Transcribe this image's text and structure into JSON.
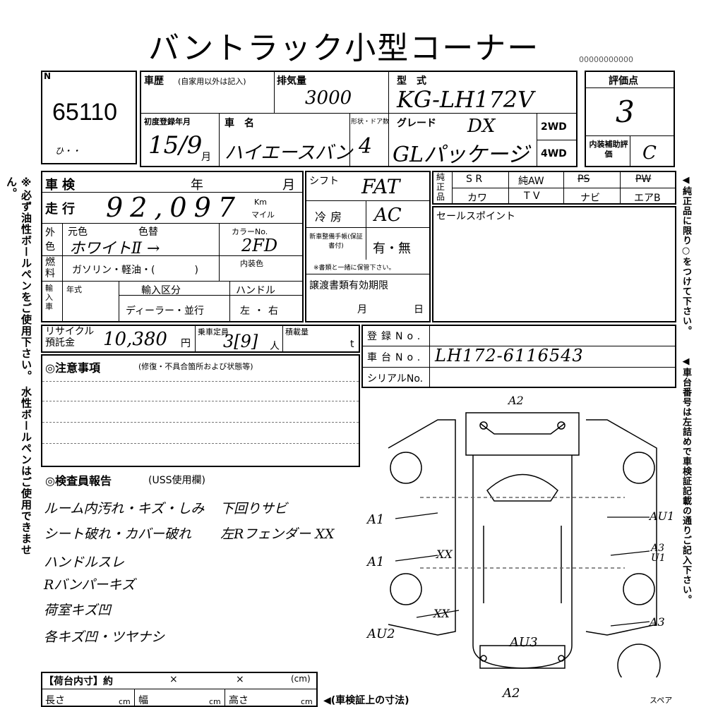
{
  "title": "バントラック小型コーナー",
  "lot_number": "65110",
  "lot_corner_label": "N",
  "lot_subnote": "ひ・・",
  "history": {
    "label": "車歴",
    "note": "(自家用以外は記入)"
  },
  "displacement": {
    "label": "排気量",
    "value": "3000"
  },
  "model_type": {
    "label": "型　式",
    "value": "KG-LH172V"
  },
  "score": {
    "label": "評価点",
    "value": "3"
  },
  "first_reg": {
    "label": "初度登録年月",
    "value": "15/9",
    "unit": "月"
  },
  "car_name": {
    "label": "車　名",
    "value": "ハイエースバン"
  },
  "doors": {
    "label": "形状・ドア数",
    "value": "4"
  },
  "grade": {
    "label": "グレード",
    "value_1": "DX",
    "value_2": "GLパッケージ"
  },
  "drive": {
    "option_1": "2WD",
    "option_2": "4WD"
  },
  "interior_score": {
    "label": "内装補助評価",
    "value": "C"
  },
  "shaken": {
    "label": "車検",
    "year": "年",
    "month": "月"
  },
  "mileage": {
    "label": "走行",
    "value": "92,097",
    "unit_1": "Km",
    "unit_2": "マイル"
  },
  "shift": {
    "label": "シフト",
    "value": "FAT"
  },
  "aircon": {
    "label": "冷房",
    "value": "AC"
  },
  "genuine": {
    "label": "純正品",
    "row1": [
      "S R",
      "純AW",
      "PS",
      "PW"
    ],
    "row2": [
      "カワ",
      "T V",
      "ナビ",
      "エアB"
    ]
  },
  "sales_point": {
    "label": "セールスポイント"
  },
  "color": {
    "label": "外色",
    "orig_label": "元色",
    "change_label": "色替",
    "value": "ホワイトⅡ →",
    "code_label": "カラーNo.",
    "code_value": "2FD"
  },
  "fuel": {
    "label": "燃料",
    "options": "ガソリン・軽油・(　　　　)",
    "interior_label": "内装色"
  },
  "maintenance": {
    "label": "新車整備手帳(保証書付)",
    "value": "有・無",
    "note": "※書類と一緒に保管下さい。"
  },
  "import": {
    "label": "輸入車",
    "year_label": "年式",
    "type_label": "輸入区分",
    "type_value": "ディーラー・並行",
    "handle_label": "ハンドル",
    "handle_value": "左・右"
  },
  "transfer": {
    "label": "譲渡書類有効期限",
    "month": "月",
    "day": "日"
  },
  "recycle": {
    "label": "リサイクル預託金",
    "value": "10,380",
    "unit": "円"
  },
  "capacity": {
    "label": "乗車定員",
    "value": "3[9]",
    "unit": "人"
  },
  "load": {
    "label": "積載量",
    "unit": "t"
  },
  "registration": {
    "label": "登録No."
  },
  "chassis": {
    "label": "車台No.",
    "value": "LH172-6116543"
  },
  "serial": {
    "label": "シリアルNo."
  },
  "caution": {
    "label": "◎注意事項",
    "note": "(修復・不具合箇所および状態等)"
  },
  "inspector": {
    "label": "◎検査員報告",
    "note": "(USS使用欄)",
    "notes_left": [
      "ルーム内汚れ・キズ・しみ",
      "シート破れ・カバー破れ",
      "ハンドルスレ",
      "Rバンパーキズ",
      "荷室キズ凹",
      "各キズ凹・ツヤナシ"
    ],
    "notes_right": [
      "下回りサビ",
      "左Rフェンダー XX"
    ]
  },
  "diagram_marks": {
    "front": "A2",
    "left_1": "A1",
    "left_2": "A1",
    "left_xx1": "XX",
    "left_xx2": "XX",
    "left_rear": "AU2",
    "right_1": "AU1",
    "right_2": "A3 U1",
    "right_rear": "A3",
    "rear": "AU3",
    "bottom": "A2"
  },
  "cargo": {
    "label": "【荷台内寸】約",
    "x1": "×",
    "x2": "×",
    "unit": "(cm)"
  },
  "dims": {
    "length": "長さ",
    "width": "幅",
    "height": "高さ",
    "unit": "cm",
    "note": "◀(車検証上の寸法)"
  },
  "spare": "スペア",
  "side_left": "※必ず油性ボールペンをご使用下さい。 水性ボールペンはご使用できません。",
  "side_right_1": "◀純正品に限り○をつけて下さい。",
  "side_right_2": "◀車台番号は左詰めで車検証記載の通りご記入下さい。",
  "top_serial": "00000000000"
}
